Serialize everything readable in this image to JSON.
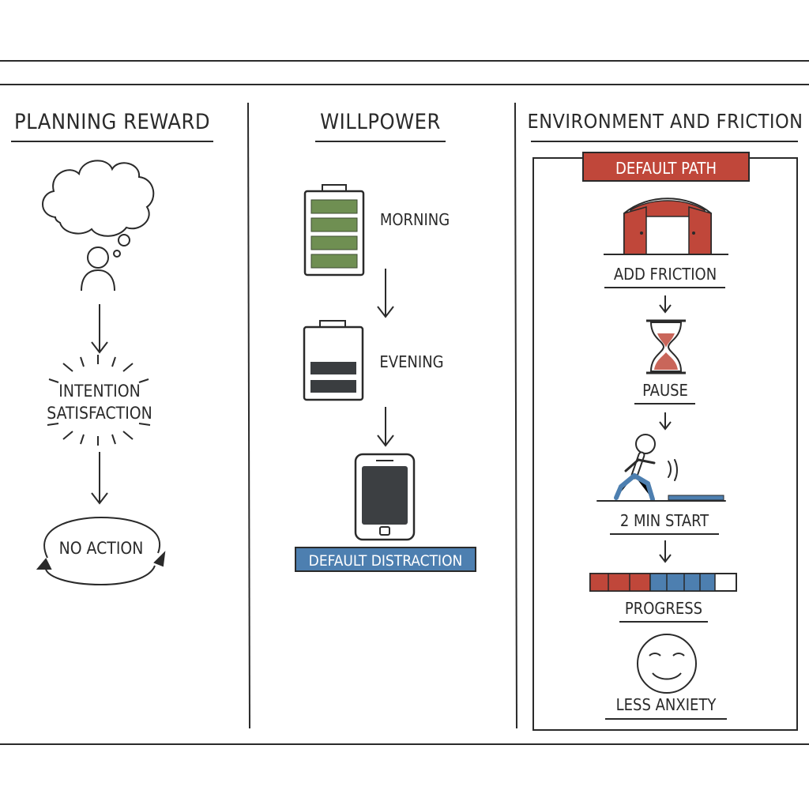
{
  "columns": [
    {
      "title": "PLANNING REWARD",
      "steps": [
        "INTENTION",
        "SATISFACTION",
        "NO ACTION"
      ]
    },
    {
      "title": "WILLPOWER",
      "steps": [
        "MORNING",
        "EVENING",
        "DEFAULT DISTRACTION"
      ]
    },
    {
      "title": "ENVIRONMENT AND FRICTION",
      "banner": "DEFAULT PATH",
      "steps": [
        "ADD FRICTION",
        "PAUSE",
        "2 MIN START",
        "PROGRESS",
        "LESS ANXIETY"
      ]
    }
  ],
  "colors": {
    "ink": "#2a2a2a",
    "battery_green": "#6f8f52",
    "battery_dark": "#3a3d40",
    "accent_red": "#c0473a",
    "accent_blue": "#4d7fb0",
    "phone_screen": "#3c3f42"
  },
  "icons": [
    "thought-cloud-icon",
    "person-icon",
    "burst-icon",
    "cycle-arrows-icon",
    "battery-full-icon",
    "battery-low-icon",
    "smartphone-icon",
    "door-gate-icon",
    "hourglass-icon",
    "walking-person-icon",
    "progress-bar-icon",
    "smiley-icon"
  ]
}
